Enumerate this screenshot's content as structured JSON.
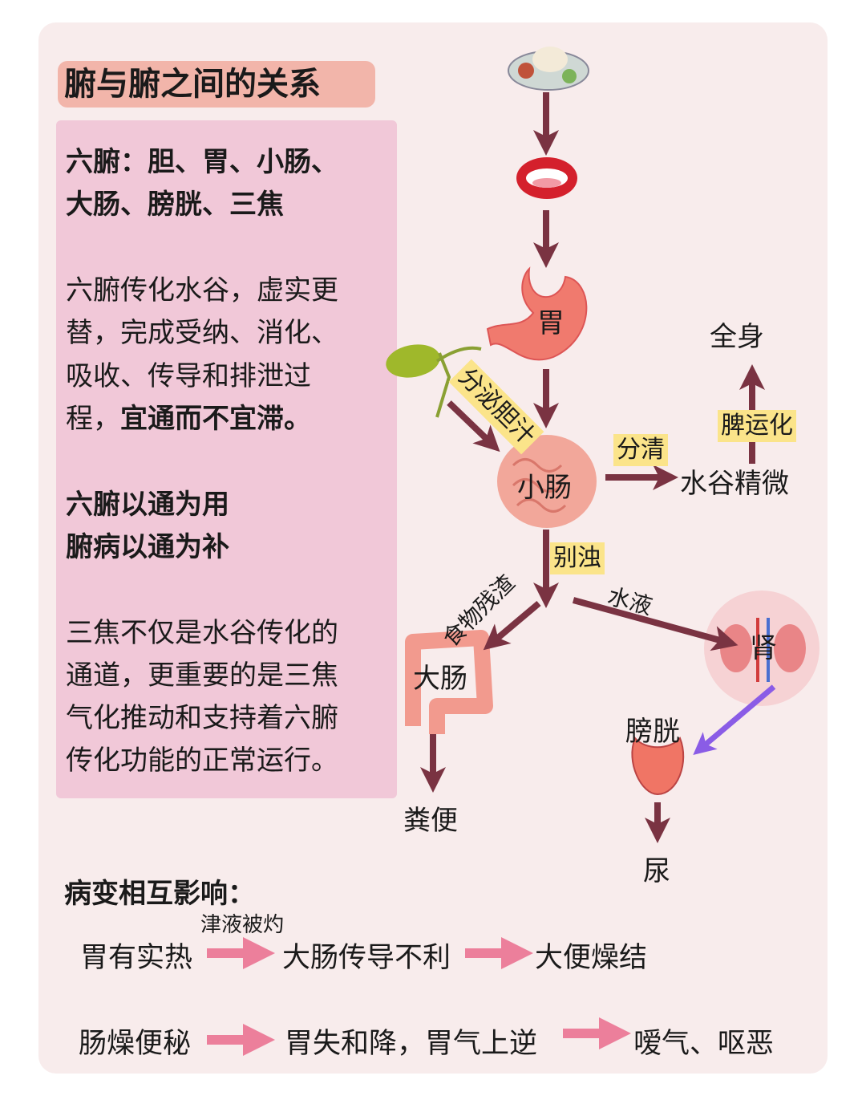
{
  "title": "腑与腑之间的关系",
  "left": {
    "six_fu": [
      "六腑：胆、胃、小肠、",
      "大肠、膀胱、三焦"
    ],
    "para1": [
      "六腑传化水谷，虚实更",
      "替，完成受纳、消化、",
      "吸收、传导和排泄过"
    ],
    "para1_last_a": "程，",
    "para1_last_b": "宜通而不宜滞。",
    "motto": [
      "六腑以通为用",
      "腑病以通为补"
    ],
    "para2": [
      "三焦不仅是水谷传化的",
      "通道，更重要的是三焦",
      "气化推动和支持着六腑",
      "传化功能的正常运行。"
    ]
  },
  "diagram": {
    "stomach": "胃",
    "bile": "分泌胆汁",
    "small_intestine": "小肠",
    "separate_clear": "分清",
    "essence": "水谷精微",
    "spleen": "脾运化",
    "whole_body": "全身",
    "separate_turbid": "别浊",
    "residue": "食物残渣",
    "fluid": "水液",
    "kidney": "肾",
    "large_intestine": "大肠",
    "feces": "粪便",
    "bladder": "膀胱",
    "urine": "尿"
  },
  "bottom": {
    "heading": "病变相互影响：",
    "row1": {
      "note": "津液被灼",
      "a": "胃有实热",
      "b": "大肠传导不利",
      "c": "大便燥结"
    },
    "row2": {
      "a": "肠燥便秘",
      "b": "胃失和降，胃气上逆",
      "c": "嗳气、呕恶"
    }
  },
  "colors": {
    "arrow": "#7a3342",
    "pink_arrow": "#ec7f9b",
    "purple_arrow": "#8a5ce6",
    "tag": "#fbe48a"
  }
}
